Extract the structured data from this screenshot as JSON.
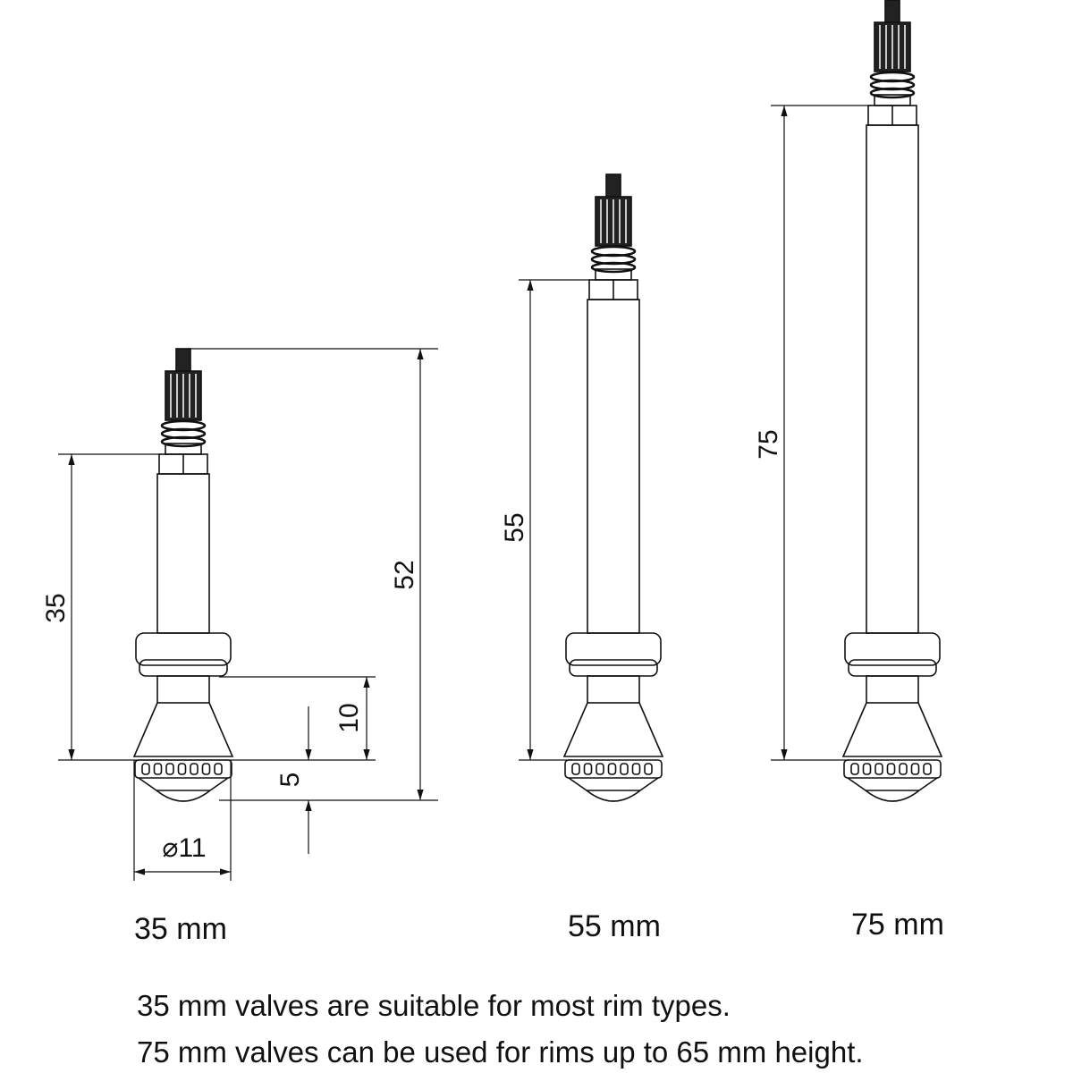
{
  "valves": [
    {
      "label": "35 mm",
      "length_dim": "35",
      "total_dim": "52"
    },
    {
      "label": "55 mm",
      "length_dim": "55"
    },
    {
      "label": "75 mm",
      "length_dim": "75"
    }
  ],
  "detail_dims": {
    "rim_seat": "10",
    "base_height": "5",
    "diameter": "⌀11"
  },
  "notes": [
    "35 mm valves are suitable for most rim types.",
    "75 mm valves can be used for rims up to 65 mm height."
  ]
}
